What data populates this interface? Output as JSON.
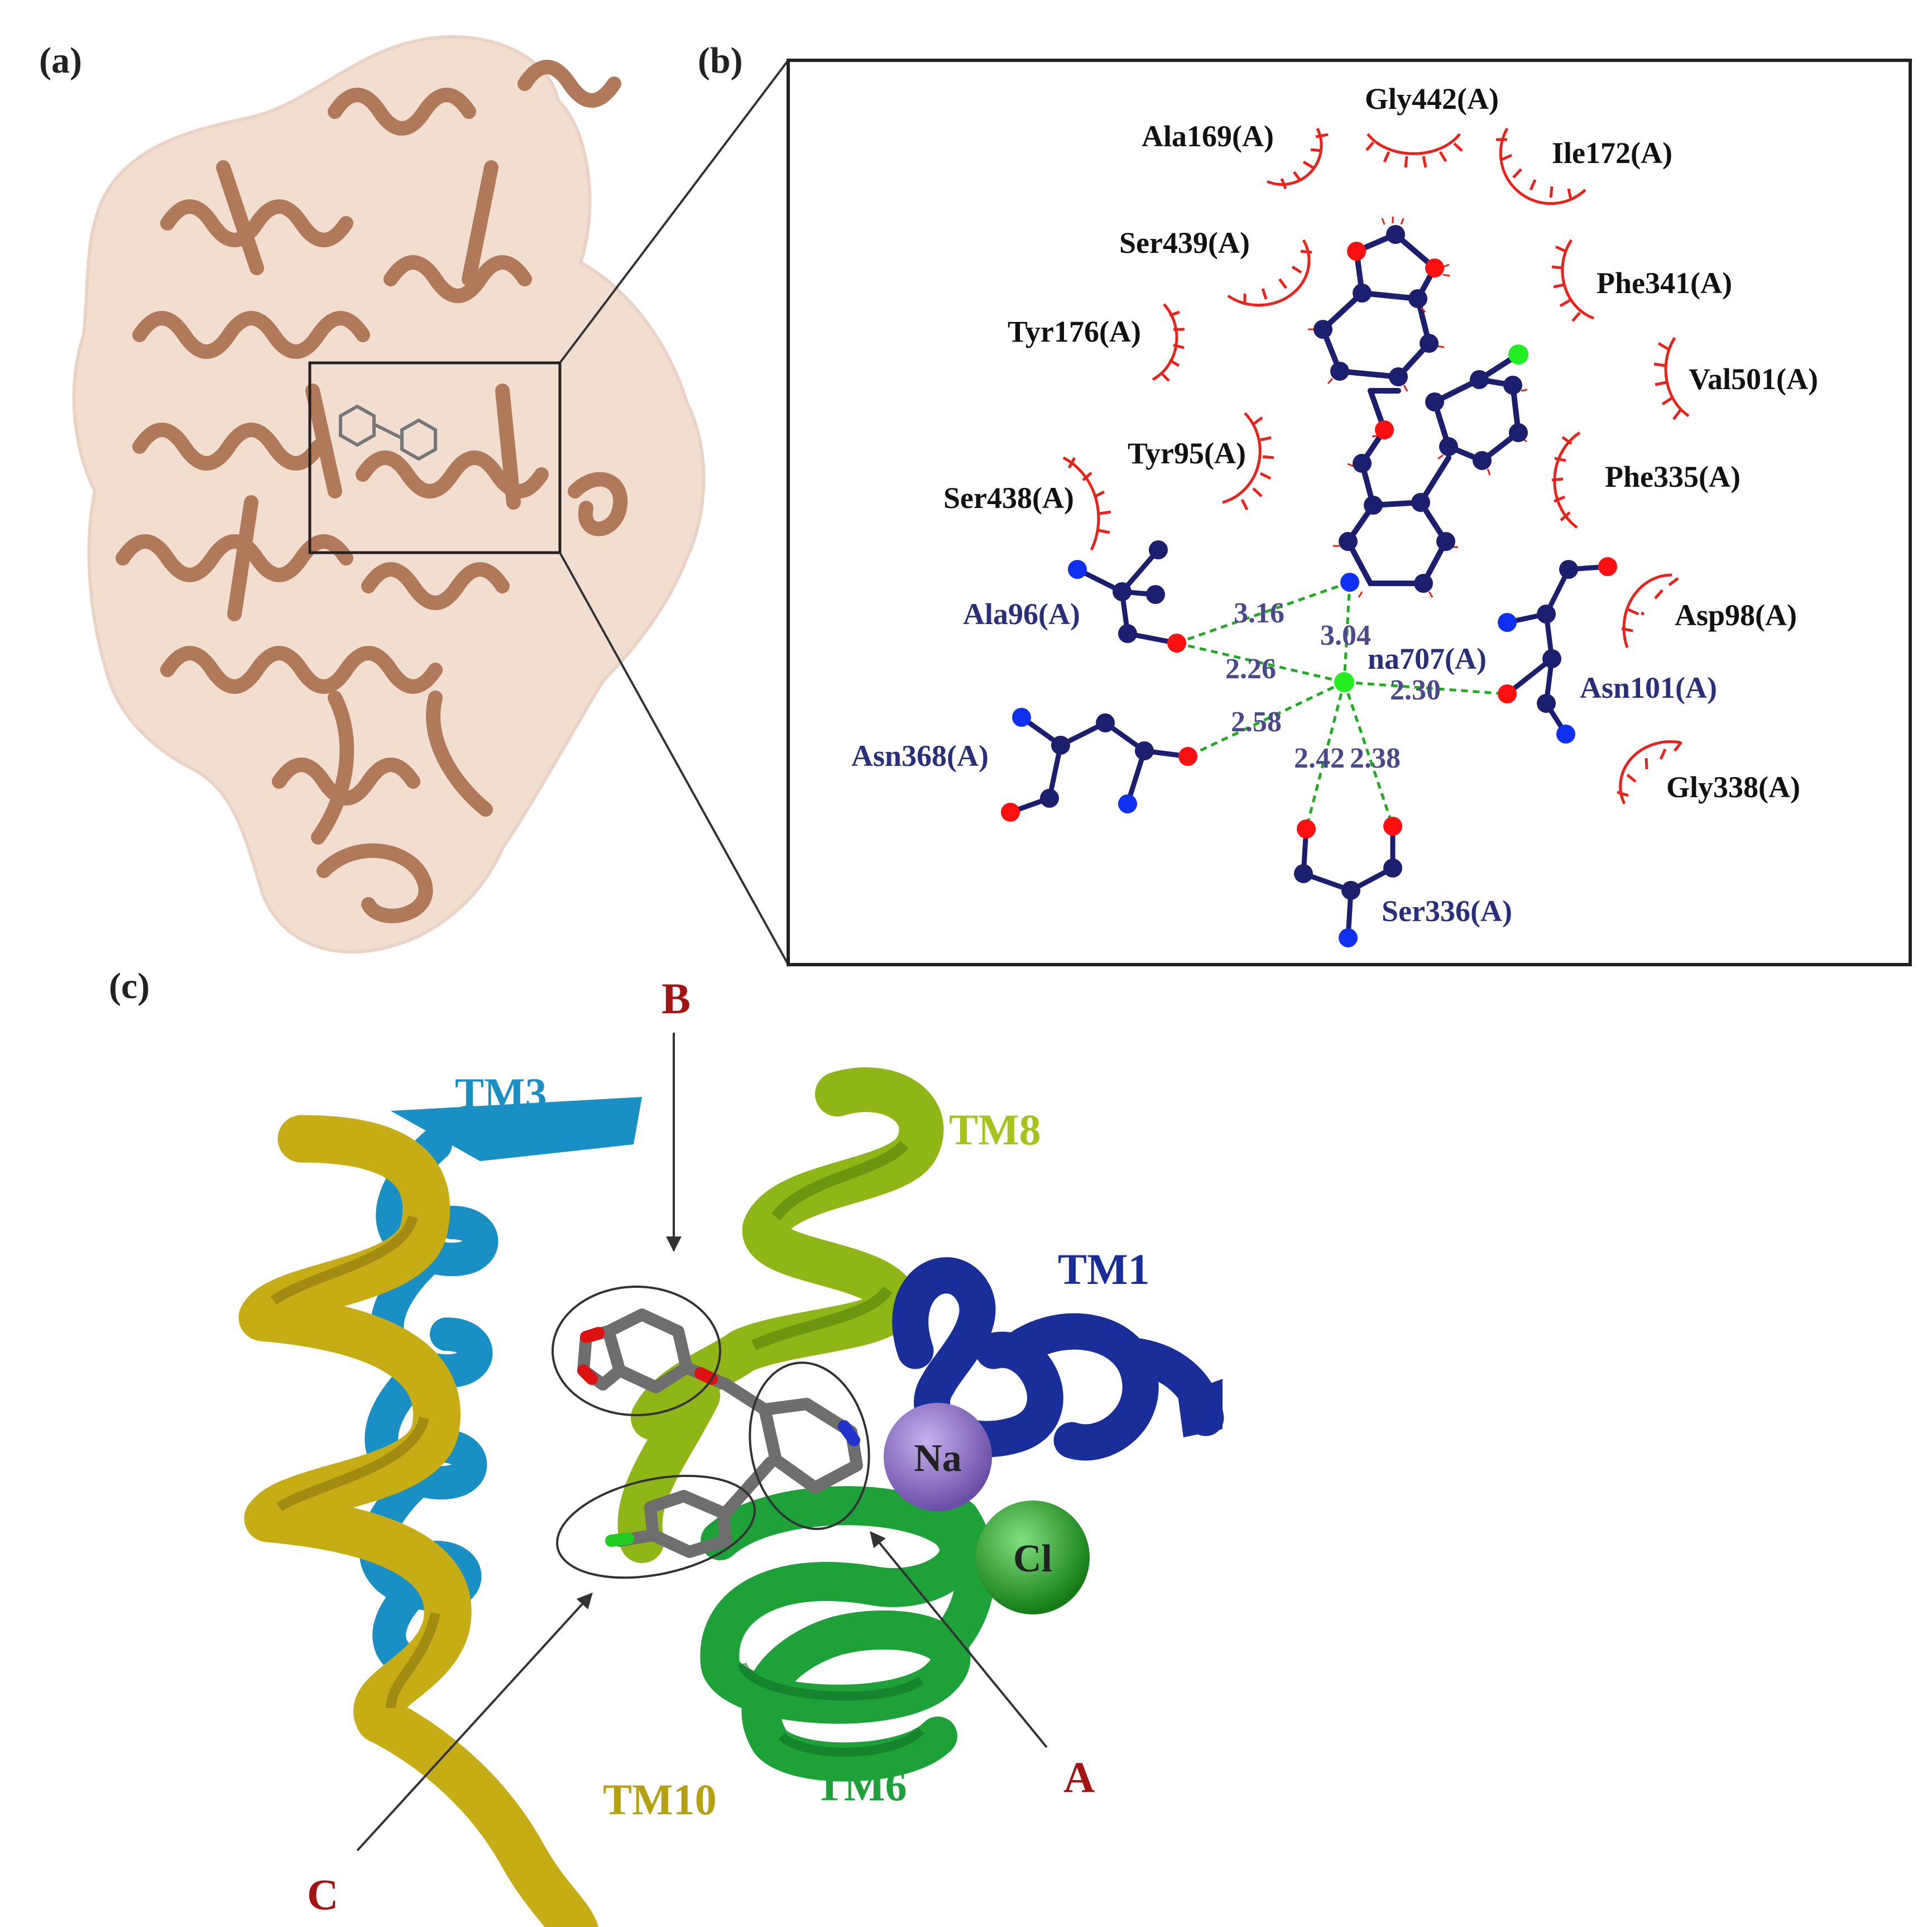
{
  "panels": {
    "a": "(a)",
    "b": "(b)",
    "c": "(c)"
  },
  "hydrophobic_residues": [
    "Ala169(A)",
    "Gly442(A)",
    "Ile172(A)",
    "Ser439(A)",
    "Phe341(A)",
    "Tyr176(A)",
    "Val501(A)",
    "Tyr95(A)",
    "Phe335(A)",
    "Ser438(A)",
    "Asp98(A)",
    "Gly338(A)"
  ],
  "hbond_residues": [
    "Ala96(A)",
    "na707(A)",
    "Asn101(A)",
    "Asn368(A)",
    "Ser336(A)"
  ],
  "distances": [
    "3.16",
    "3.04",
    "2.26",
    "2.30",
    "2.58",
    "2.42",
    "2.38"
  ],
  "helices": [
    "TM3",
    "TM8",
    "TM1",
    "TM10",
    "TM6"
  ],
  "sites": [
    "B",
    "A",
    "C"
  ],
  "ions": [
    "Na",
    "Cl"
  ],
  "colors": {
    "protein": "#b07a5a",
    "surface": "#f0d9cc",
    "hydrophobic": "#e8231b",
    "ligand_bond": "#1c1f6e",
    "oxygen": "#ff1010",
    "nitrogen": "#1030f0",
    "chlorine": "#22ee22",
    "hbond": "#22aa22",
    "tm3": "#1a8fc4",
    "tm8": "#a6c21c",
    "tm1": "#1a2e9a",
    "tm10": "#b5a010",
    "tm6": "#1fa13a",
    "sodium": "#8a6cc8",
    "chloride": "#2ea82e",
    "site_label": "#a31515"
  }
}
